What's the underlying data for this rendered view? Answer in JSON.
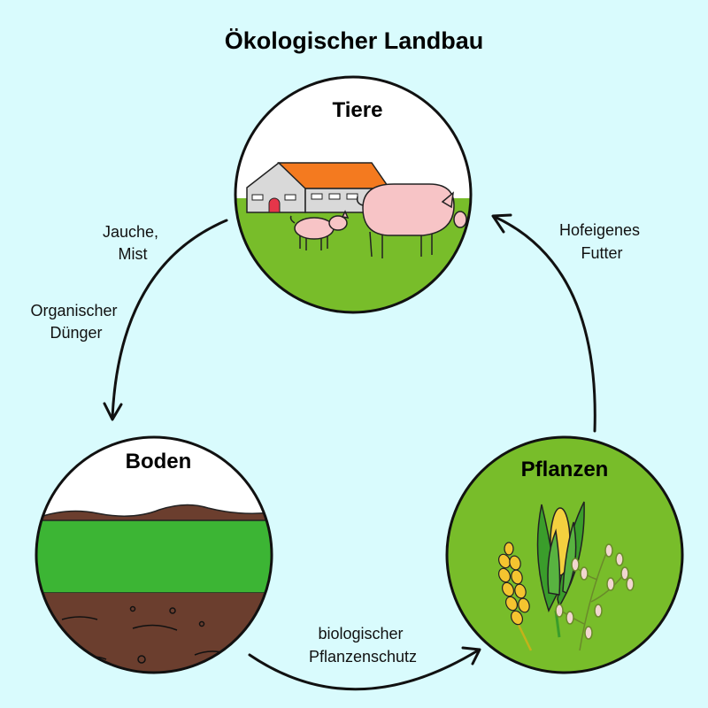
{
  "title": "Ökologischer Landbau",
  "colors": {
    "background": "#d9fbfd",
    "grass": "#78bd2a",
    "roof": "#f47a1f",
    "pig": "#f7c4c6",
    "soil": "#6b3e2e",
    "topsoil": "#3cb534"
  },
  "nodes": {
    "tiere": {
      "label": "Tiere"
    },
    "boden": {
      "label": "Boden"
    },
    "pflanzen": {
      "label": "Pflanzen"
    }
  },
  "edges": {
    "jauche": {
      "line1": "Jauche,",
      "line2": "Mist"
    },
    "duenger": {
      "line1": "Organischer",
      "line2": "Dünger"
    },
    "futter": {
      "line1": "Hofeigenes",
      "line2": "Futter"
    },
    "schutz": {
      "line1": "biologischer",
      "line2": "Pflanzenschutz"
    }
  }
}
